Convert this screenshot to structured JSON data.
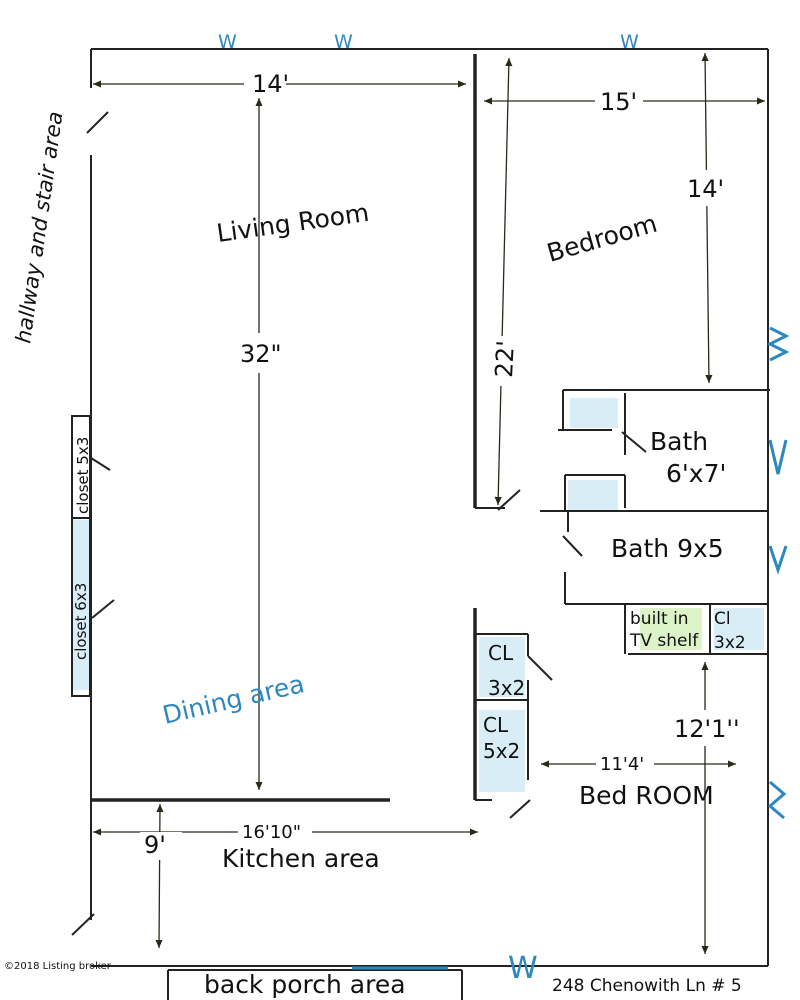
{
  "floorplan": {
    "window_mark": "W",
    "rooms": {
      "living_room": "Living Room",
      "bedroom": "Bedroom",
      "bath_1": "Bath",
      "bath_1_size": "6'x7'",
      "bath_2": "Bath 9x5",
      "built_in_line1": "built in",
      "built_in_line2": "TV shelf",
      "cl_small_line1": "Cl",
      "cl_small_line2": "3x2",
      "cl_a_line1": "CL",
      "cl_a_line2": "3x2",
      "cl_b_line1": "CL",
      "cl_b_line2": "5x2",
      "bed_room": "Bed ROOM",
      "dining": "Dining area",
      "kitchen": "Kitchen area",
      "back_porch": "back porch area",
      "hallway": "hallway and stair area",
      "closet_1": "closet 5x3",
      "closet_2": "closet 6x3"
    },
    "dimensions": {
      "living_width": "14'",
      "bedroom_width": "15'",
      "bedroom_depth": "14'",
      "living_length": "32\"",
      "hall_length": "22'",
      "bed_room_length": "12'1''",
      "bed_room_width": "11'4'",
      "kitchen_width": "16'10\"",
      "kitchen_depth": "9'"
    },
    "footer": {
      "copyright": "©2018 Listing broker",
      "address": "248 Chenowith Ln # 5"
    },
    "colors": {
      "walls": "#222222",
      "window_marks": "#2d88bf",
      "closet_fill": "#d8edf6",
      "shelf_fill": "#dcf3c8"
    }
  }
}
